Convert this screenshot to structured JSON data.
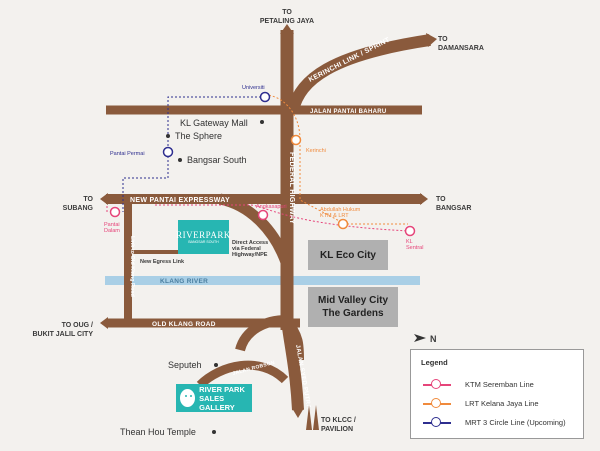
{
  "directions": {
    "petaling_jaya": "TO\nPETALING JAYA",
    "damansara": "TO\nDAMANSARA",
    "subang": "TO\nSUBANG",
    "bangsar": "TO\nBANGSAR",
    "oug": "TO OUG /\nBUKIT JALIL CITY",
    "klcc": "TO KLCC /\nPAVILION"
  },
  "roads": {
    "kerinchi": "KERINCHI LINK / SPRINT",
    "pantai_baharu": "JALAN PANTAI BAHARU",
    "federal": "FEDERAL HIGHWAY",
    "npe": "NEW PANTAI EXPRESSWAY",
    "old_klang": "OLD KLANG ROAD",
    "syed_putra": "JALAN SYED PUTRA",
    "robson": "JALAN ROBSON",
    "link_old_klang": "Link to Old Klang Road",
    "egress": "New Egress Link",
    "klang_river": "KLANG RIVER",
    "direct_access": "Direct Access\nvia Federal\nHighway/NPE"
  },
  "places": {
    "gateway": "KL Gateway Mall",
    "sphere": "The Sphere",
    "bangsar_south": "Bangsar South",
    "seputeh": "Seputeh",
    "thean_hou": "Thean Hou Temple"
  },
  "stations": {
    "universiti": "Universiti",
    "pantai_permai": "Pantai Permai",
    "kerinchi": "Kerinchi",
    "angkasapuri": "Angkasapuri",
    "abdullah_hukum": "Abdullah Hukum\nKTM & LRT",
    "pantai_dalam": "Pantai\nDalam",
    "kl_sentral": "KL\nSentral"
  },
  "boxes": {
    "kl_eco": "KL Eco City",
    "mid_valley": "Mid Valley City\nThe Gardens"
  },
  "riverpark": {
    "logo": "RIVERPARK",
    "sub": "BANGSAR SOUTH"
  },
  "gallery": "RIVER PARK\nSALES GALLERY",
  "north": "N",
  "legend": {
    "title": "Legend",
    "items": [
      {
        "label": "KTM Seremban Line",
        "color": "#e6457a"
      },
      {
        "label": "LRT Kelana Jaya Line",
        "color": "#f08a3c"
      },
      {
        "label": "MRT 3 Circle Line (Upcoming)",
        "color": "#2e2e8f"
      }
    ]
  },
  "colors": {
    "road": "#8a5a3c",
    "river": "#a9cfe6",
    "ktm": "#e6457a",
    "lrt": "#f08a3c",
    "mrt": "#2e2e8f",
    "teal": "#27b6b2"
  }
}
